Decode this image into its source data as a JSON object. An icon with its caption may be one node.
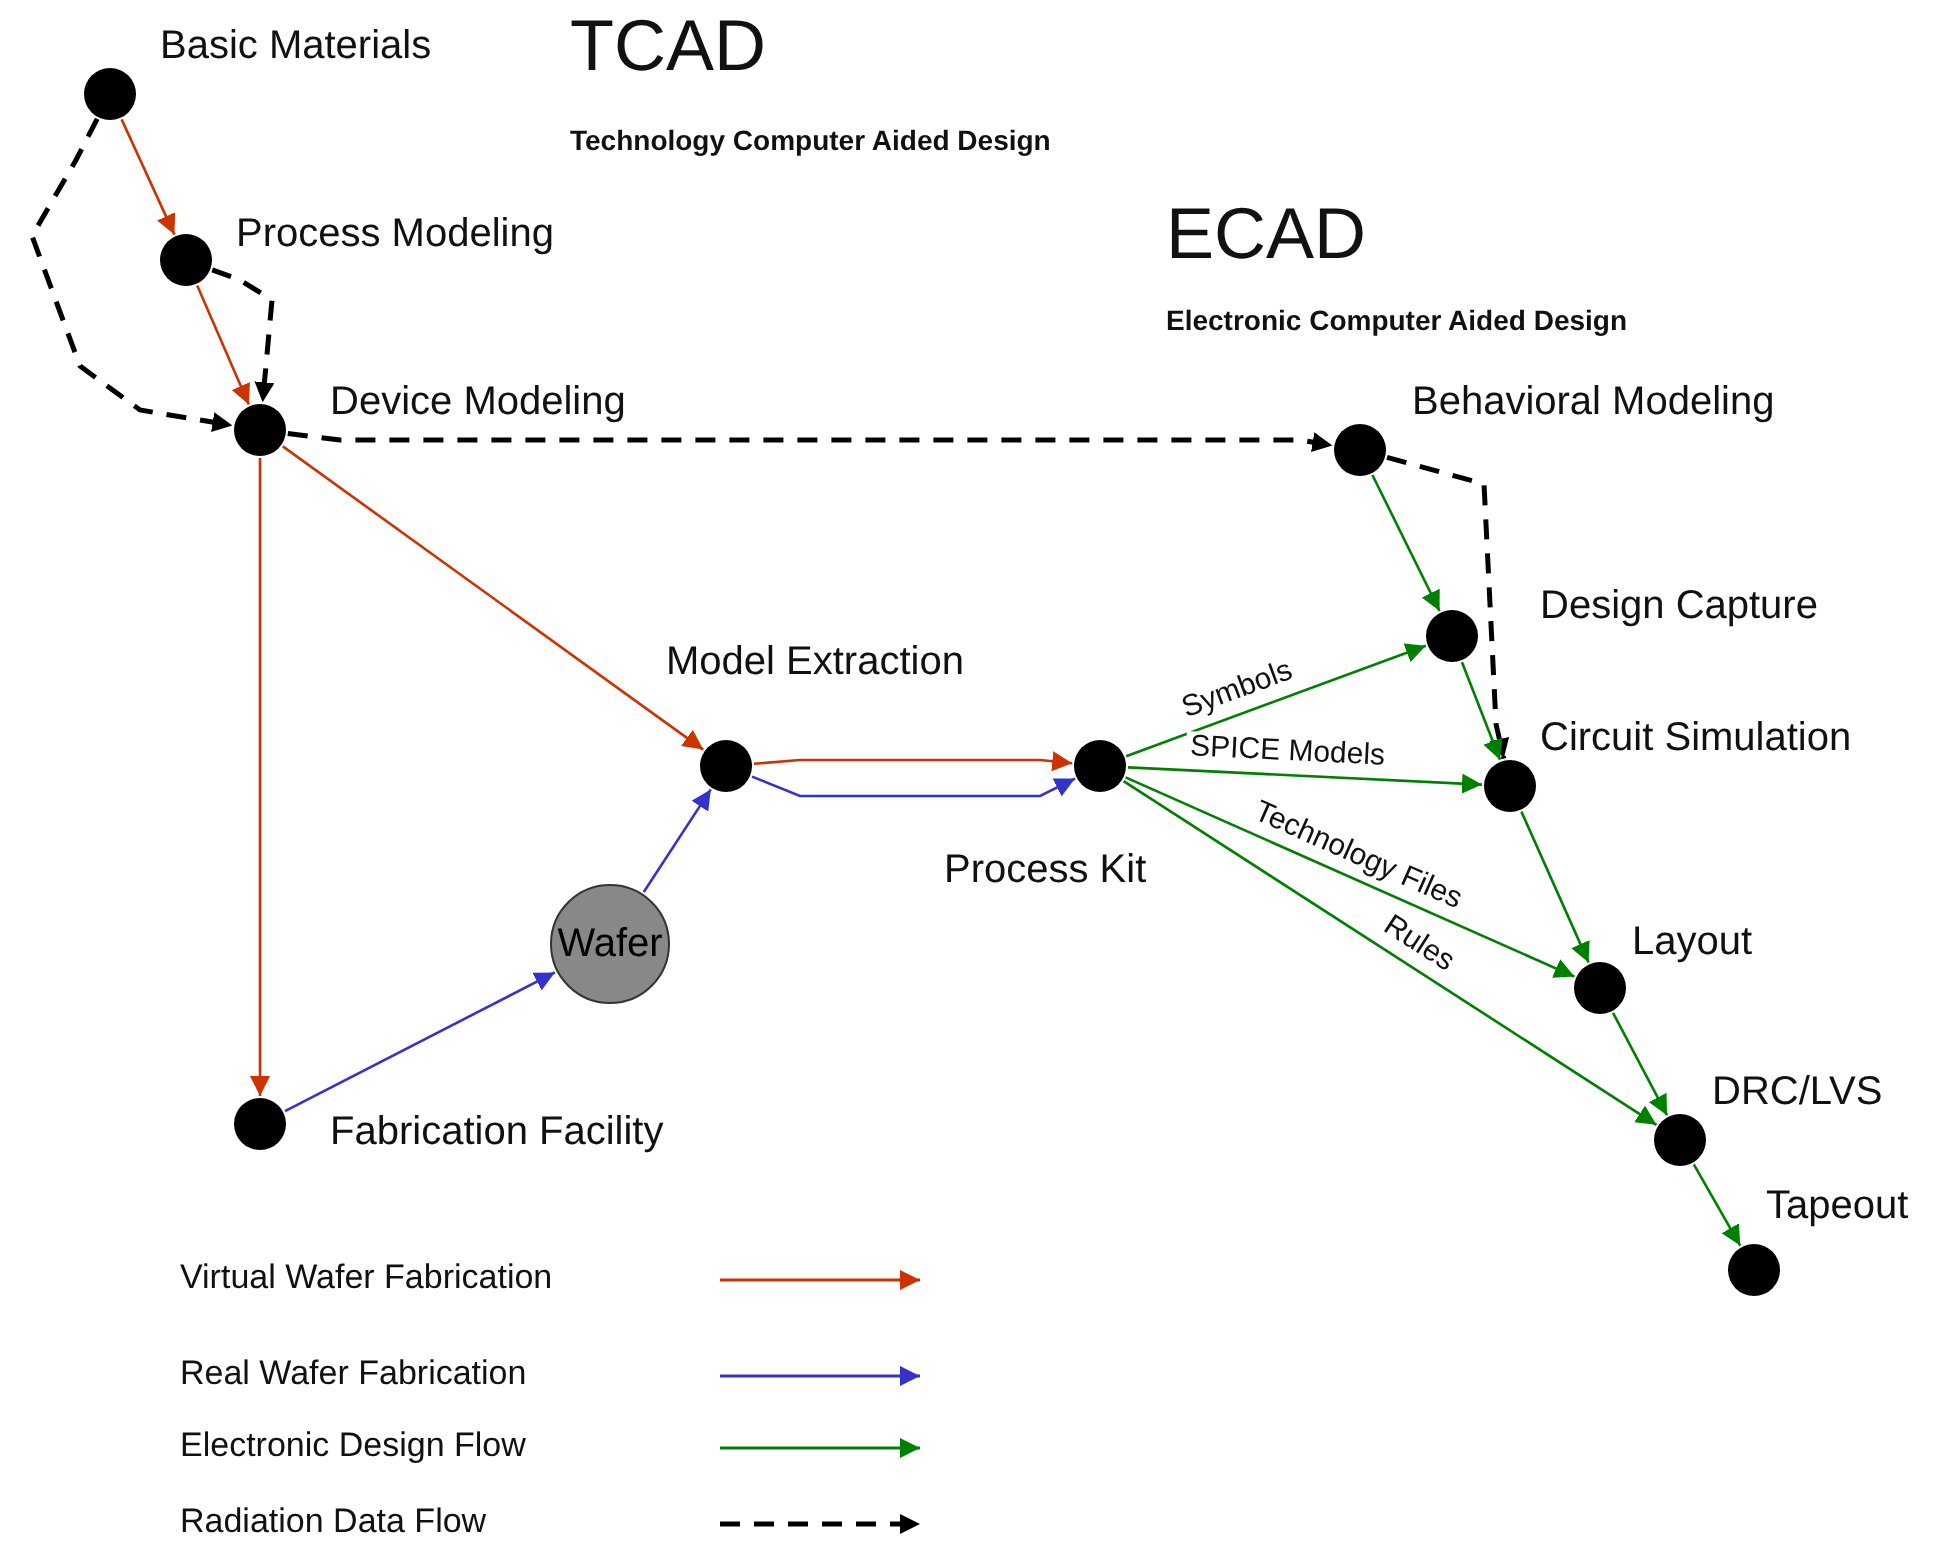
{
  "diagram": {
    "nodes": [
      {
        "text": [],
        "shape": "circle",
        "beside": [
          "Basic Materials"
        ]
      },
      {
        "text": [],
        "shape": "circle",
        "beside": [
          "Process Modeling"
        ]
      },
      {
        "text": [],
        "shape": "circle",
        "beside": [
          "Device Modeling"
        ]
      },
      {
        "text": [],
        "shape": "circle",
        "beside": [
          "Model Extraction"
        ]
      },
      {
        "text": [
          "Wafer"
        ]
      },
      {
        "text": [],
        "shape": "circle",
        "beside": [
          "Fabrication Facility"
        ]
      },
      {
        "text": [],
        "shape": "circle",
        "beside": [
          "Process Kit"
        ]
      },
      {
        "text": [],
        "shape": "circle",
        "beside": [
          "Behavioral Modeling"
        ]
      },
      {
        "text": [],
        "shape": "circle",
        "beside": [
          "Design Capture"
        ]
      },
      {
        "text": [],
        "shape": "circle",
        "beside": [
          "Circuit Simulation"
        ]
      },
      {
        "text": [],
        "shape": "circle",
        "beside": [
          "Layout"
        ]
      },
      {
        "text": [],
        "shape": "circle",
        "beside": [
          "DRC/LVS"
        ]
      },
      {
        "text": [],
        "shape": "circle",
        "beside": [
          "Tapeout"
        ]
      }
    ],
    "edges": [
      {
        "from": 0,
        "to": 1,
        "arrow": "to",
        "color": "#cc3300"
      },
      {
        "from": 1,
        "to": 2,
        "arrow": "to",
        "color": "#cc3300"
      },
      {
        "from": 2,
        "to": 3,
        "arrow": "to",
        "color": "#cc3300"
      },
      {
        "from": 2,
        "to": 5,
        "arrow": "to",
        "color": "#cc3300"
      },
      {
        "from": 5,
        "to": 4,
        "arrow": "to",
        "color": "#3333cc"
      },
      {
        "from": 4,
        "to": 3,
        "arrow": "to",
        "color": "#3333cc"
      },
      {
        "from": 3,
        "to": 6,
        "arrow": "to",
        "color": "#cc3300"
      },
      {
        "from": 3,
        "to": 6,
        "arrow": "to",
        "color": "#3333cc"
      },
      {
        "from": 0,
        "to": 2,
        "arrow": "to",
        "style": "dashed",
        "color": "#000000"
      },
      {
        "from": 1,
        "to": 2,
        "arrow": "to",
        "style": "dashed",
        "color": "#000000"
      },
      {
        "from": 2,
        "to": 7,
        "arrow": "to",
        "style": "dashed",
        "color": "#000000"
      },
      {
        "from": 7,
        "to": 9,
        "arrow": "to",
        "style": "dashed",
        "color": "#000000"
      },
      {
        "from": 7,
        "to": 8,
        "arrow": "to"
      },
      {
        "from": 8,
        "to": 9,
        "arrow": "to"
      },
      {
        "from": 6,
        "to": 8,
        "arrow": "to",
        "label": "Symbols"
      },
      {
        "from": 6,
        "to": 9,
        "arrow": "to",
        "label": "SPICE Models"
      },
      {
        "from": 6,
        "to": 10,
        "arrow": "to",
        "label": "Technology Files"
      },
      {
        "from": 6,
        "to": 11,
        "arrow": "to",
        "label": "Rules"
      },
      {
        "from": 9,
        "to": 10,
        "arrow": "to"
      },
      {
        "from": 10,
        "to": 11,
        "arrow": "to"
      },
      {
        "from": 11,
        "to": 12,
        "arrow": "to"
      }
    ],
    "labels": [
      "TCAD",
      "Technology Computer Aided Design",
      "ECAD",
      "Electronic Computer Aided Design"
    ],
    "legend": [
      {
        "text": "Virtual Wafer Fabrication"
      },
      {
        "text": "Real Wafer Fabrication"
      },
      {
        "text": "Electronic Design Flow"
      },
      {
        "text": "Radiation Data Flow"
      }
    ]
  }
}
